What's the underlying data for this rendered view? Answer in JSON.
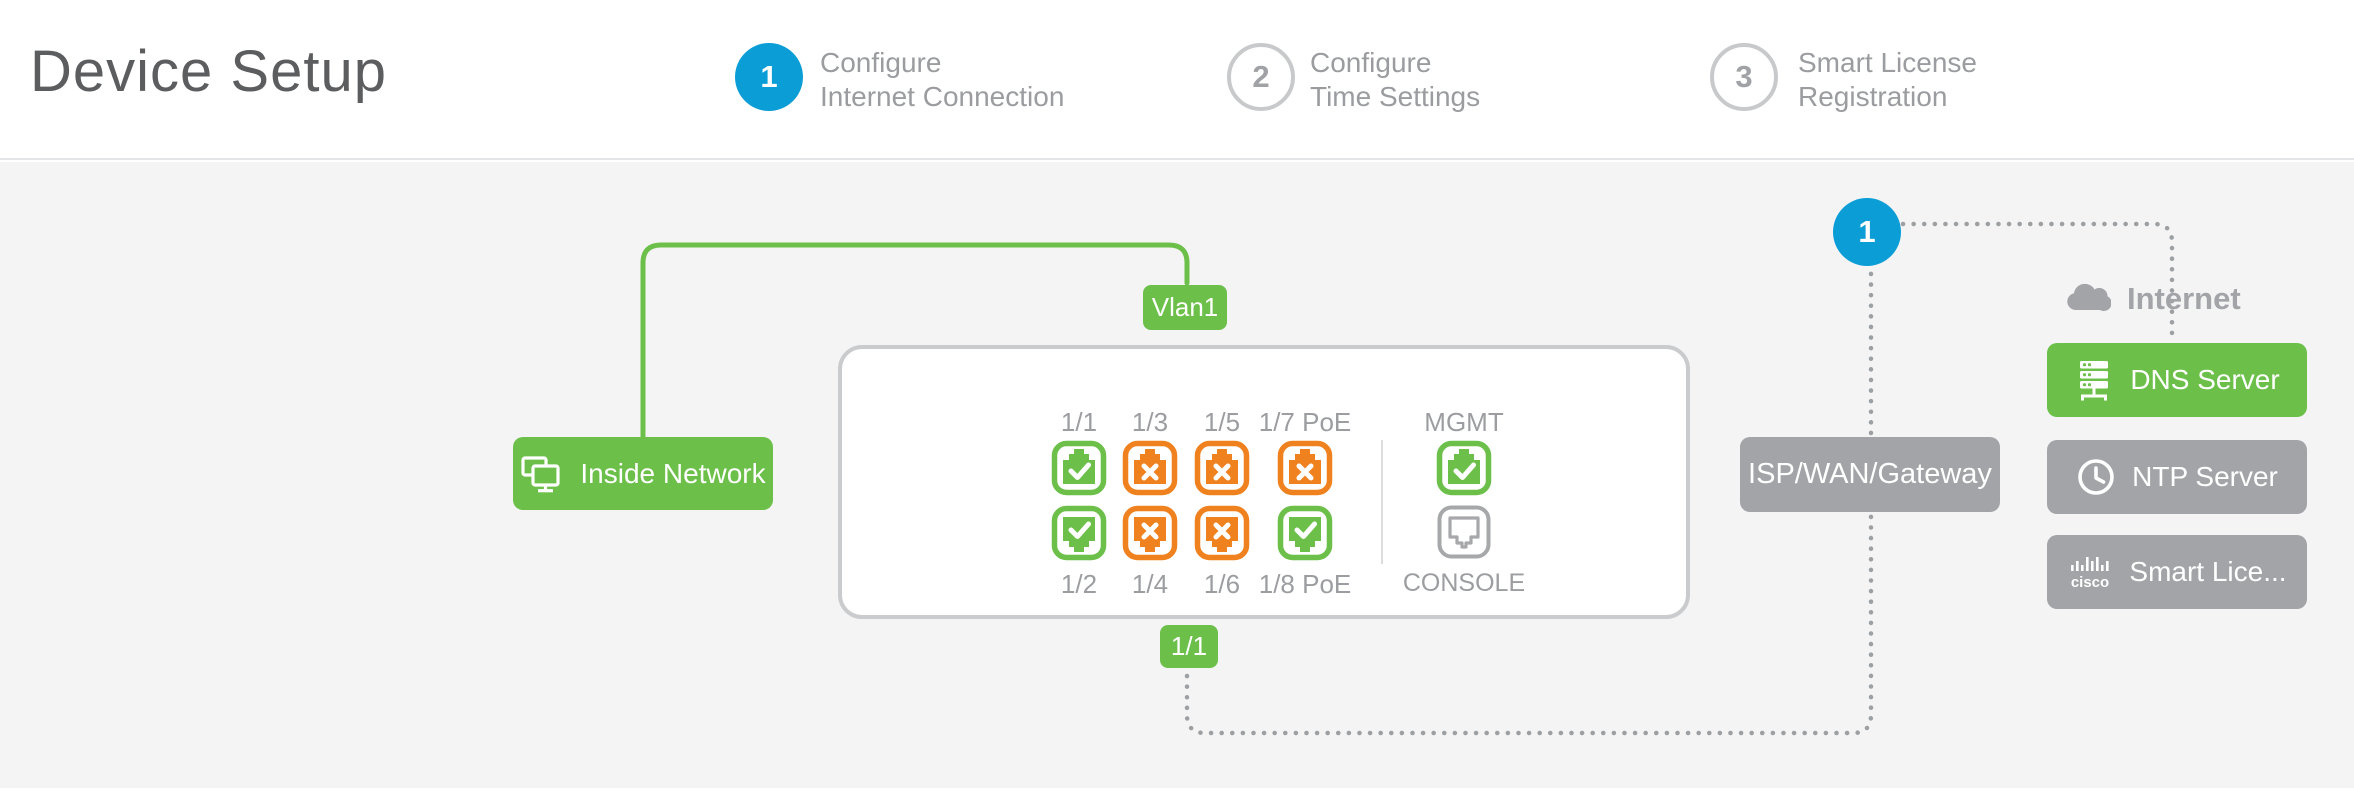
{
  "header": {
    "title": "Device Setup",
    "steps": [
      {
        "number": "1",
        "line1": "Configure",
        "line2": "Internet Connection",
        "state": "active"
      },
      {
        "number": "2",
        "line1": "Configure",
        "line2": "Time Settings",
        "state": "idle"
      },
      {
        "number": "3",
        "line1": "Smart License",
        "line2": "Registration",
        "state": "idle"
      }
    ]
  },
  "diagram": {
    "vlan_label": "Vlan1",
    "inside_network_label": "Inside Network",
    "device": {
      "ports_top": [
        {
          "label": "1/1",
          "status": "connected"
        },
        {
          "label": "1/3",
          "status": "disconnected"
        },
        {
          "label": "1/5",
          "status": "disconnected"
        },
        {
          "label": "1/7 PoE",
          "status": "disconnected"
        }
      ],
      "ports_bottom": [
        {
          "label": "1/2",
          "status": "connected"
        },
        {
          "label": "1/4",
          "status": "disconnected"
        },
        {
          "label": "1/6",
          "status": "disconnected"
        },
        {
          "label": "1/8 PoE",
          "status": "connected"
        }
      ],
      "mgmt_label": "MGMT",
      "console_label": "CONSOLE"
    },
    "outside_port_label": "1/1",
    "isp_label": "ISP/WAN/Gateway",
    "step_marker": "1",
    "internet_label": "Internet",
    "dns_label": "DNS Server",
    "ntp_label": "NTP Server",
    "smart_license_label": "Smart Lice...",
    "icons": {
      "inside_network": "dual-monitors-icon",
      "internet": "cloud-icon",
      "dns": "server-rack-icon",
      "ntp": "clock-icon",
      "smart_license": "cisco-logo-icon",
      "port_connected": "ethernet-port-check-icon",
      "port_disconnected": "ethernet-port-x-icon",
      "console": "ethernet-port-outline-icon"
    },
    "colors": {
      "green": "#6cc04a",
      "orange": "#f0811f",
      "blue": "#0b9dd6",
      "gray_button": "#a2a4a7",
      "text_gray": "#9a9c9f",
      "device_border": "#c9cbcd",
      "dotted_line": "#9da0a2",
      "background": "#f4f4f5"
    }
  }
}
